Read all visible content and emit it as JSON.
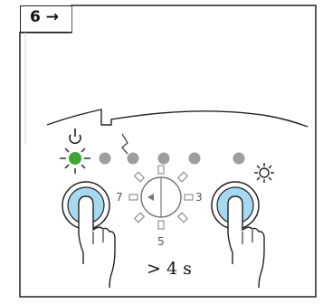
{
  "step": {
    "label": "6 →"
  },
  "dial": {
    "left_value": "7",
    "right_value": "3",
    "bottom_value": "5"
  },
  "timing": {
    "label": "> 4 s"
  },
  "icons": [
    "power-icon",
    "sun-icon",
    "hand-press-icon",
    "rotary-dial-icon"
  ],
  "colors": {
    "button_fill": "#a6d9f0",
    "active_led": "#3fa535",
    "led_off": "#9e9e9e",
    "line": "#222222"
  }
}
